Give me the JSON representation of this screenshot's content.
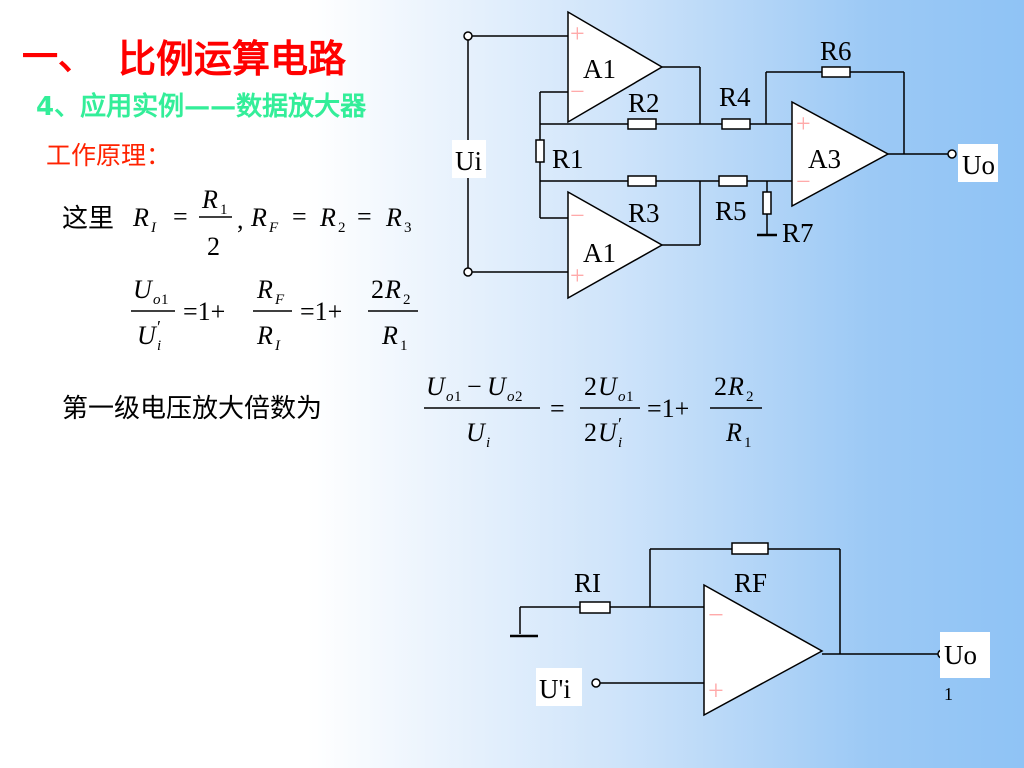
{
  "title": {
    "number": "一、",
    "text": "比例运算电路"
  },
  "subtitle": "4、应用实例——数据放大器",
  "principle_heading": "工作原理：",
  "labels": {
    "zheli": "这里",
    "first_stage_gain": "第一级电压放大倍数为"
  },
  "page_number": "1",
  "top_circuit": {
    "input": "Ui",
    "output": "Uo",
    "amplifiers": [
      "A1",
      "A1",
      "A3"
    ],
    "resistors": [
      "R1",
      "R2",
      "R3",
      "R4",
      "R5",
      "R6",
      "R7"
    ],
    "plus": "+",
    "minus": "−"
  },
  "bottom_circuit": {
    "input": "U'i",
    "output": "Uo",
    "resistors": [
      "RI",
      "RF"
    ],
    "plus": "+",
    "minus": "−"
  }
}
